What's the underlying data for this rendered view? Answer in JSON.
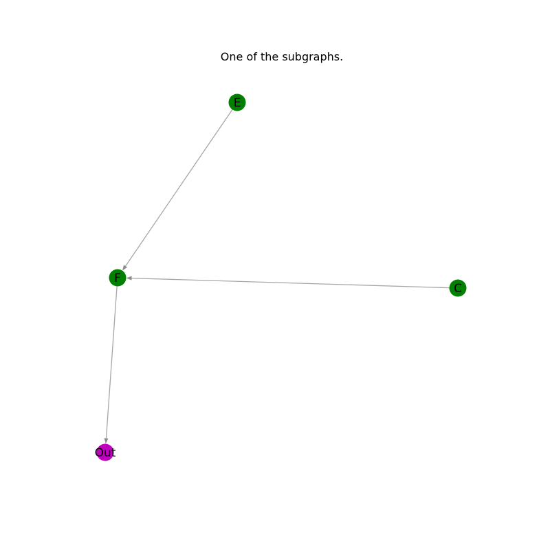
{
  "figure": {
    "title": "One of the subgraphs."
  },
  "colors": {
    "node_default": "#008000",
    "node_output": "#bf00bf",
    "edge": "#a6a6a6"
  },
  "graph": {
    "nodes": [
      {
        "id": "E",
        "label": "E",
        "kind": "default"
      },
      {
        "id": "F",
        "label": "F",
        "kind": "default"
      },
      {
        "id": "C",
        "label": "C",
        "kind": "default"
      },
      {
        "id": "Out",
        "label": "Out",
        "kind": "output"
      }
    ],
    "edges": [
      {
        "from": "E",
        "to": "F"
      },
      {
        "from": "C",
        "to": "F"
      },
      {
        "from": "F",
        "to": "Out"
      }
    ]
  }
}
